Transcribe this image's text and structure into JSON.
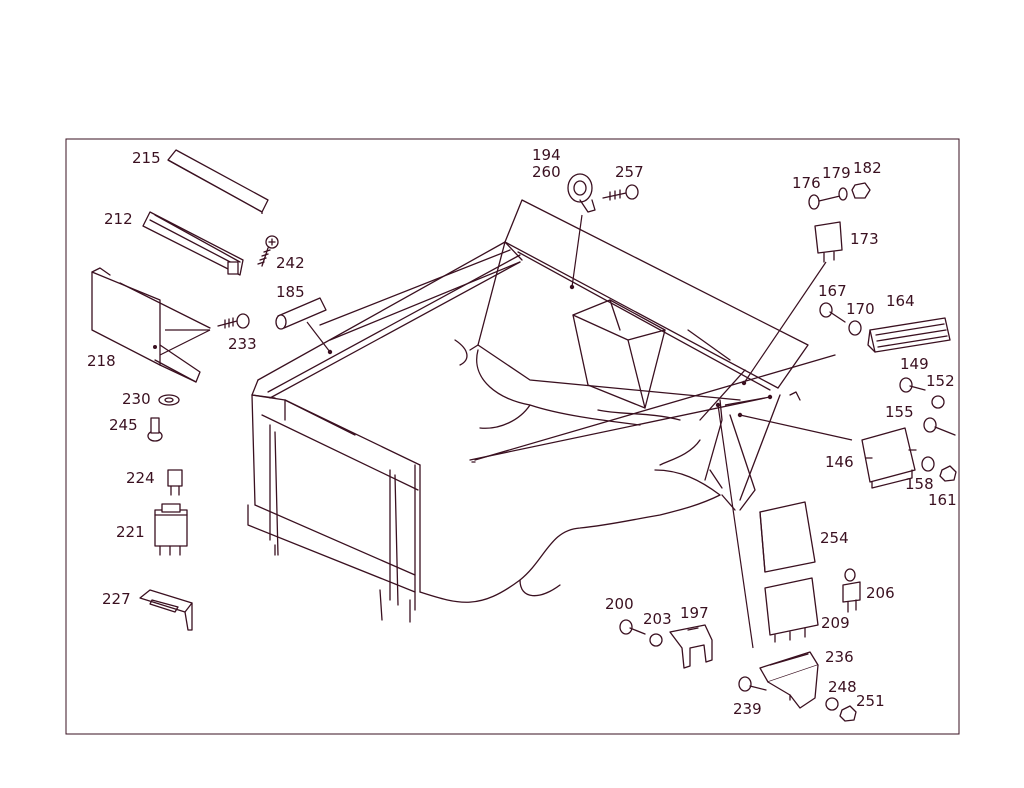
{
  "diagram": {
    "line_color": "#3a1020",
    "background": "#ffffff",
    "callouts": [
      {
        "id": "215",
        "label": "215"
      },
      {
        "id": "212",
        "label": "212"
      },
      {
        "id": "242",
        "label": "242"
      },
      {
        "id": "218",
        "label": "218"
      },
      {
        "id": "233",
        "label": "233"
      },
      {
        "id": "185",
        "label": "185"
      },
      {
        "id": "230",
        "label": "230"
      },
      {
        "id": "245",
        "label": "245"
      },
      {
        "id": "224",
        "label": "224"
      },
      {
        "id": "221",
        "label": "221"
      },
      {
        "id": "227",
        "label": "227"
      },
      {
        "id": "194",
        "label": "194"
      },
      {
        "id": "260",
        "label": "260"
      },
      {
        "id": "257",
        "label": "257"
      },
      {
        "id": "176",
        "label": "176"
      },
      {
        "id": "179",
        "label": "179"
      },
      {
        "id": "182",
        "label": "182"
      },
      {
        "id": "173",
        "label": "173"
      },
      {
        "id": "167",
        "label": "167"
      },
      {
        "id": "170",
        "label": "170"
      },
      {
        "id": "164",
        "label": "164"
      },
      {
        "id": "149",
        "label": "149"
      },
      {
        "id": "152",
        "label": "152"
      },
      {
        "id": "155",
        "label": "155"
      },
      {
        "id": "146",
        "label": "146"
      },
      {
        "id": "158",
        "label": "158"
      },
      {
        "id": "161",
        "label": "161"
      },
      {
        "id": "254",
        "label": "254"
      },
      {
        "id": "206",
        "label": "206"
      },
      {
        "id": "209",
        "label": "209"
      },
      {
        "id": "200",
        "label": "200"
      },
      {
        "id": "203",
        "label": "203"
      },
      {
        "id": "197",
        "label": "197"
      },
      {
        "id": "236",
        "label": "236"
      },
      {
        "id": "248",
        "label": "248"
      },
      {
        "id": "239",
        "label": "239"
      },
      {
        "id": "251",
        "label": "251"
      }
    ]
  }
}
